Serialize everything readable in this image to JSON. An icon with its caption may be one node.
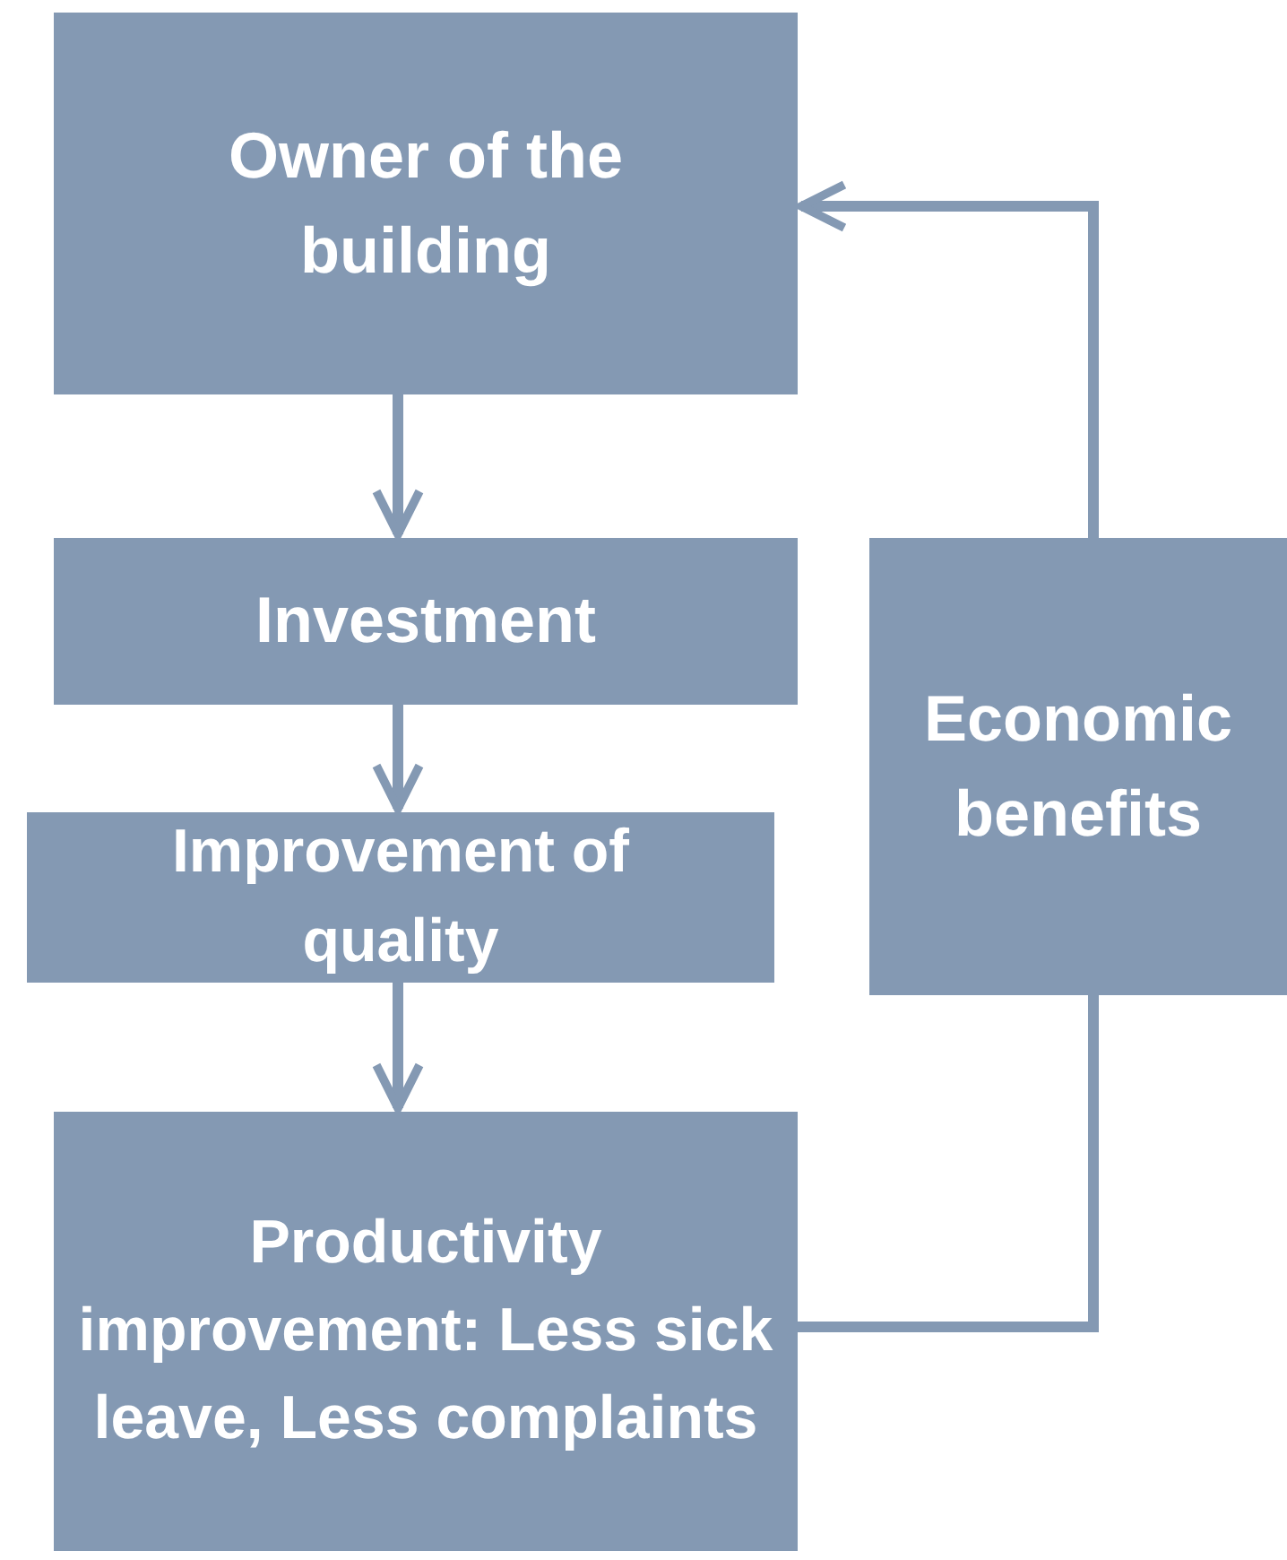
{
  "diagram": {
    "nodes": [
      {
        "text": [
          "Owner of the building"
        ]
      },
      {
        "text": [
          "Investment"
        ]
      },
      {
        "text": [
          "Improvement of quality"
        ]
      },
      {
        "text": [
          "Productivity improvement: Less sick leave, Less complaints"
        ]
      },
      {
        "text": [
          "Economic benefits"
        ]
      }
    ],
    "edges": [
      {
        "from": 0,
        "to": 1,
        "arrow": "to"
      },
      {
        "from": 1,
        "to": 2,
        "arrow": "to"
      },
      {
        "from": 2,
        "to": 3,
        "arrow": "to"
      },
      {
        "from": 3,
        "to": 4,
        "arrow": "none"
      },
      {
        "from": 4,
        "to": 0,
        "arrow": "to"
      }
    ]
  }
}
